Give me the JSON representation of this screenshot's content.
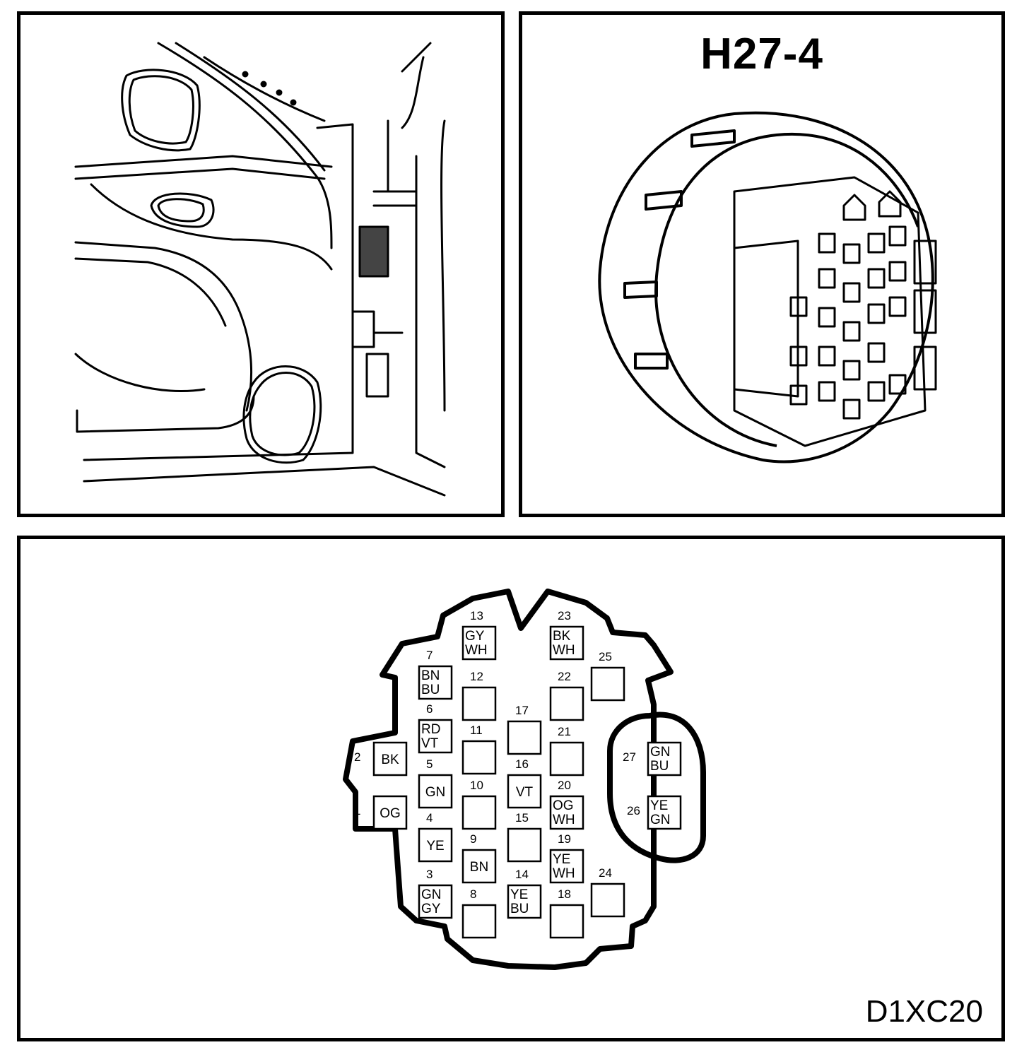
{
  "connector": {
    "title": "H27-4",
    "reference": "D1XC20"
  },
  "pins": [
    {
      "num": "1",
      "codes": [
        "OG"
      ]
    },
    {
      "num": "2",
      "codes": [
        "BK"
      ]
    },
    {
      "num": "3",
      "codes": [
        "GN",
        "GY"
      ]
    },
    {
      "num": "4",
      "codes": [
        "YE"
      ]
    },
    {
      "num": "5",
      "codes": [
        "GN"
      ]
    },
    {
      "num": "6",
      "codes": [
        "RD",
        "VT"
      ]
    },
    {
      "num": "7",
      "codes": [
        "BN",
        "BU"
      ]
    },
    {
      "num": "8",
      "codes": []
    },
    {
      "num": "9",
      "codes": [
        "BN"
      ]
    },
    {
      "num": "10",
      "codes": []
    },
    {
      "num": "11",
      "codes": []
    },
    {
      "num": "12",
      "codes": []
    },
    {
      "num": "13",
      "codes": [
        "GY",
        "WH"
      ]
    },
    {
      "num": "14",
      "codes": [
        "YE",
        "BU"
      ]
    },
    {
      "num": "15",
      "codes": []
    },
    {
      "num": "16",
      "codes": [
        "VT"
      ]
    },
    {
      "num": "17",
      "codes": []
    },
    {
      "num": "18",
      "codes": []
    },
    {
      "num": "19",
      "codes": [
        "YE",
        "WH"
      ]
    },
    {
      "num": "20",
      "codes": [
        "OG",
        "WH"
      ]
    },
    {
      "num": "21",
      "codes": []
    },
    {
      "num": "22",
      "codes": []
    },
    {
      "num": "23",
      "codes": [
        "BK",
        "WH"
      ]
    },
    {
      "num": "24",
      "codes": []
    },
    {
      "num": "25",
      "codes": []
    },
    {
      "num": "26",
      "codes": [
        "YE",
        "GN"
      ]
    },
    {
      "num": "27",
      "codes": [
        "GN",
        "BU"
      ]
    }
  ]
}
